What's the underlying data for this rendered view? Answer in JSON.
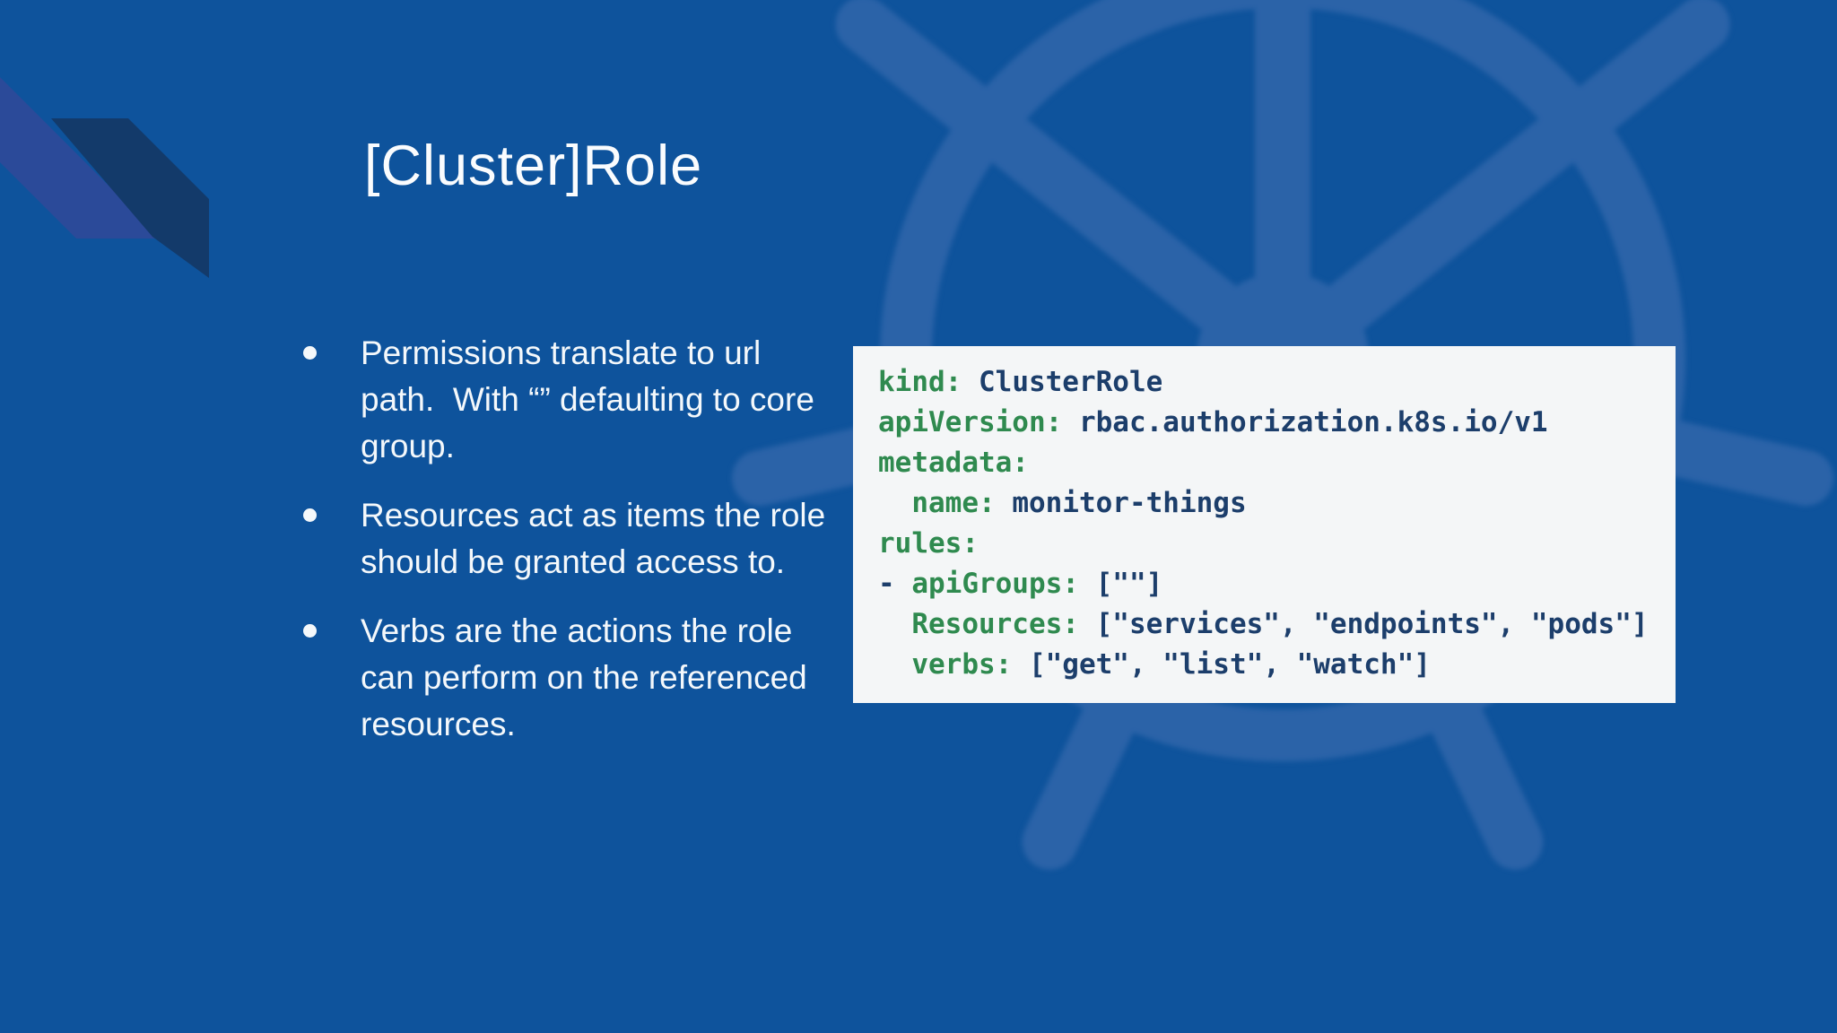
{
  "slide": {
    "title": "[Cluster]Role",
    "bullets": [
      {
        "lines": [
          "Permissions translate to url",
          "path.  With “” defaulting to core",
          "group."
        ]
      },
      {
        "lines": [
          "Resources act as items the role",
          "should be granted access to."
        ]
      },
      {
        "lines": [
          "Verbs are the actions the role",
          "can perform on the referenced",
          "resources."
        ]
      }
    ],
    "code": {
      "lines": [
        [
          {
            "t": "kind:",
            "k": "key"
          },
          {
            "t": " ClusterRole",
            "k": "plain"
          }
        ],
        [
          {
            "t": "apiVersion:",
            "k": "key"
          },
          {
            "t": " rbac.authorization.k8s.io/v1",
            "k": "plain"
          }
        ],
        [
          {
            "t": "metadata:",
            "k": "key"
          }
        ],
        [
          {
            "t": "  ",
            "k": "plain"
          },
          {
            "t": "name:",
            "k": "key"
          },
          {
            "t": " monitor-things",
            "k": "plain"
          }
        ],
        [
          {
            "t": "rules:",
            "k": "key"
          }
        ],
        [
          {
            "t": "- ",
            "k": "plain"
          },
          {
            "t": "apiGroups:",
            "k": "key"
          },
          {
            "t": " [\"\"]",
            "k": "plain"
          }
        ],
        [
          {
            "t": "  ",
            "k": "plain"
          },
          {
            "t": "Resources:",
            "k": "key"
          },
          {
            "t": " [\"services\", \"endpoints\", \"pods\"]",
            "k": "plain"
          }
        ],
        [
          {
            "t": "  ",
            "k": "plain"
          },
          {
            "t": "verbs:",
            "k": "key"
          },
          {
            "t": " [\"get\", \"list\", \"watch\"]",
            "k": "plain"
          }
        ]
      ]
    }
  },
  "icons": {
    "bullet_marker": "white-disc",
    "watermark": "kubernetes-helm-wheel"
  },
  "colors": {
    "background": "#0e539c",
    "ribbon_light": "#2b4a99",
    "ribbon_dark": "#133a6a",
    "title_text": "#fafcfe",
    "bullet_text": "#f4f8fb",
    "code_background": "#f4f6f7",
    "code_key": "#2f8a4f",
    "code_value": "#1c3e6b",
    "watermark_tint": "#2b63a8"
  }
}
